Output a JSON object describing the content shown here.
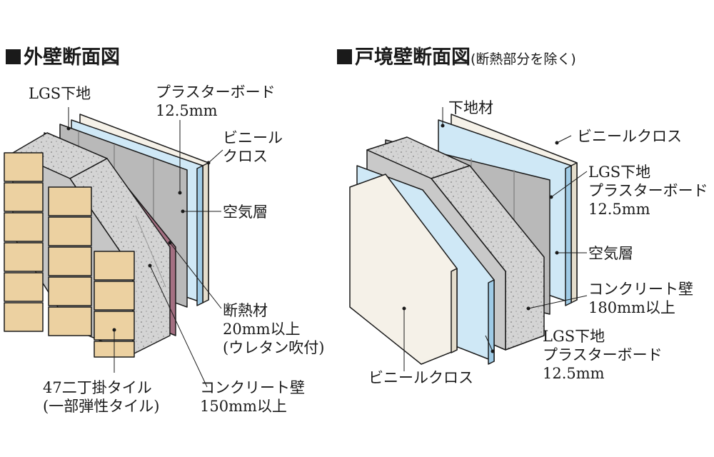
{
  "left_diagram": {
    "title": "外壁断面図",
    "labels": {
      "lgs": "LGS下地",
      "plaster_1": "プラスターボード",
      "plaster_2": "12.5mm",
      "vinyl_1": "ビニール",
      "vinyl_2": "クロス",
      "air": "空気層",
      "insul_1": "断熱材",
      "insul_2": "20mm以上",
      "insul_3": "(ウレタン吹付)",
      "tile_1": "47二丁掛タイル",
      "tile_2": "(一部弾性タイル)",
      "concrete_1": "コンクリート壁",
      "concrete_2": "150mm以上"
    }
  },
  "right_diagram": {
    "title": "戸境壁断面図",
    "title_note": "(断熱部分を除く)",
    "labels": {
      "base": "下地材",
      "vinyl_top": "ビニールクロス",
      "lgs_top": "LGS下地",
      "plaster_top_1": "プラスターボード",
      "plaster_top_2": "12.5mm",
      "air": "空気層",
      "concrete_1": "コンクリート壁",
      "concrete_2": "180mm以上",
      "lgs_bottom": "LGS下地",
      "plaster_bottom_1": "プラスターボード",
      "plaster_bottom_2": "12.5mm",
      "vinyl_bottom": "ビニールクロス"
    }
  },
  "colors": {
    "tile": "#ecd1a1",
    "concrete": "#d2d2d2",
    "insulation": "#a47082",
    "air_gap": "#b7b7b7",
    "plasterboard": "#cfe8f6",
    "cloth": "#f5f1e8",
    "outline": "#1a1a1a"
  }
}
